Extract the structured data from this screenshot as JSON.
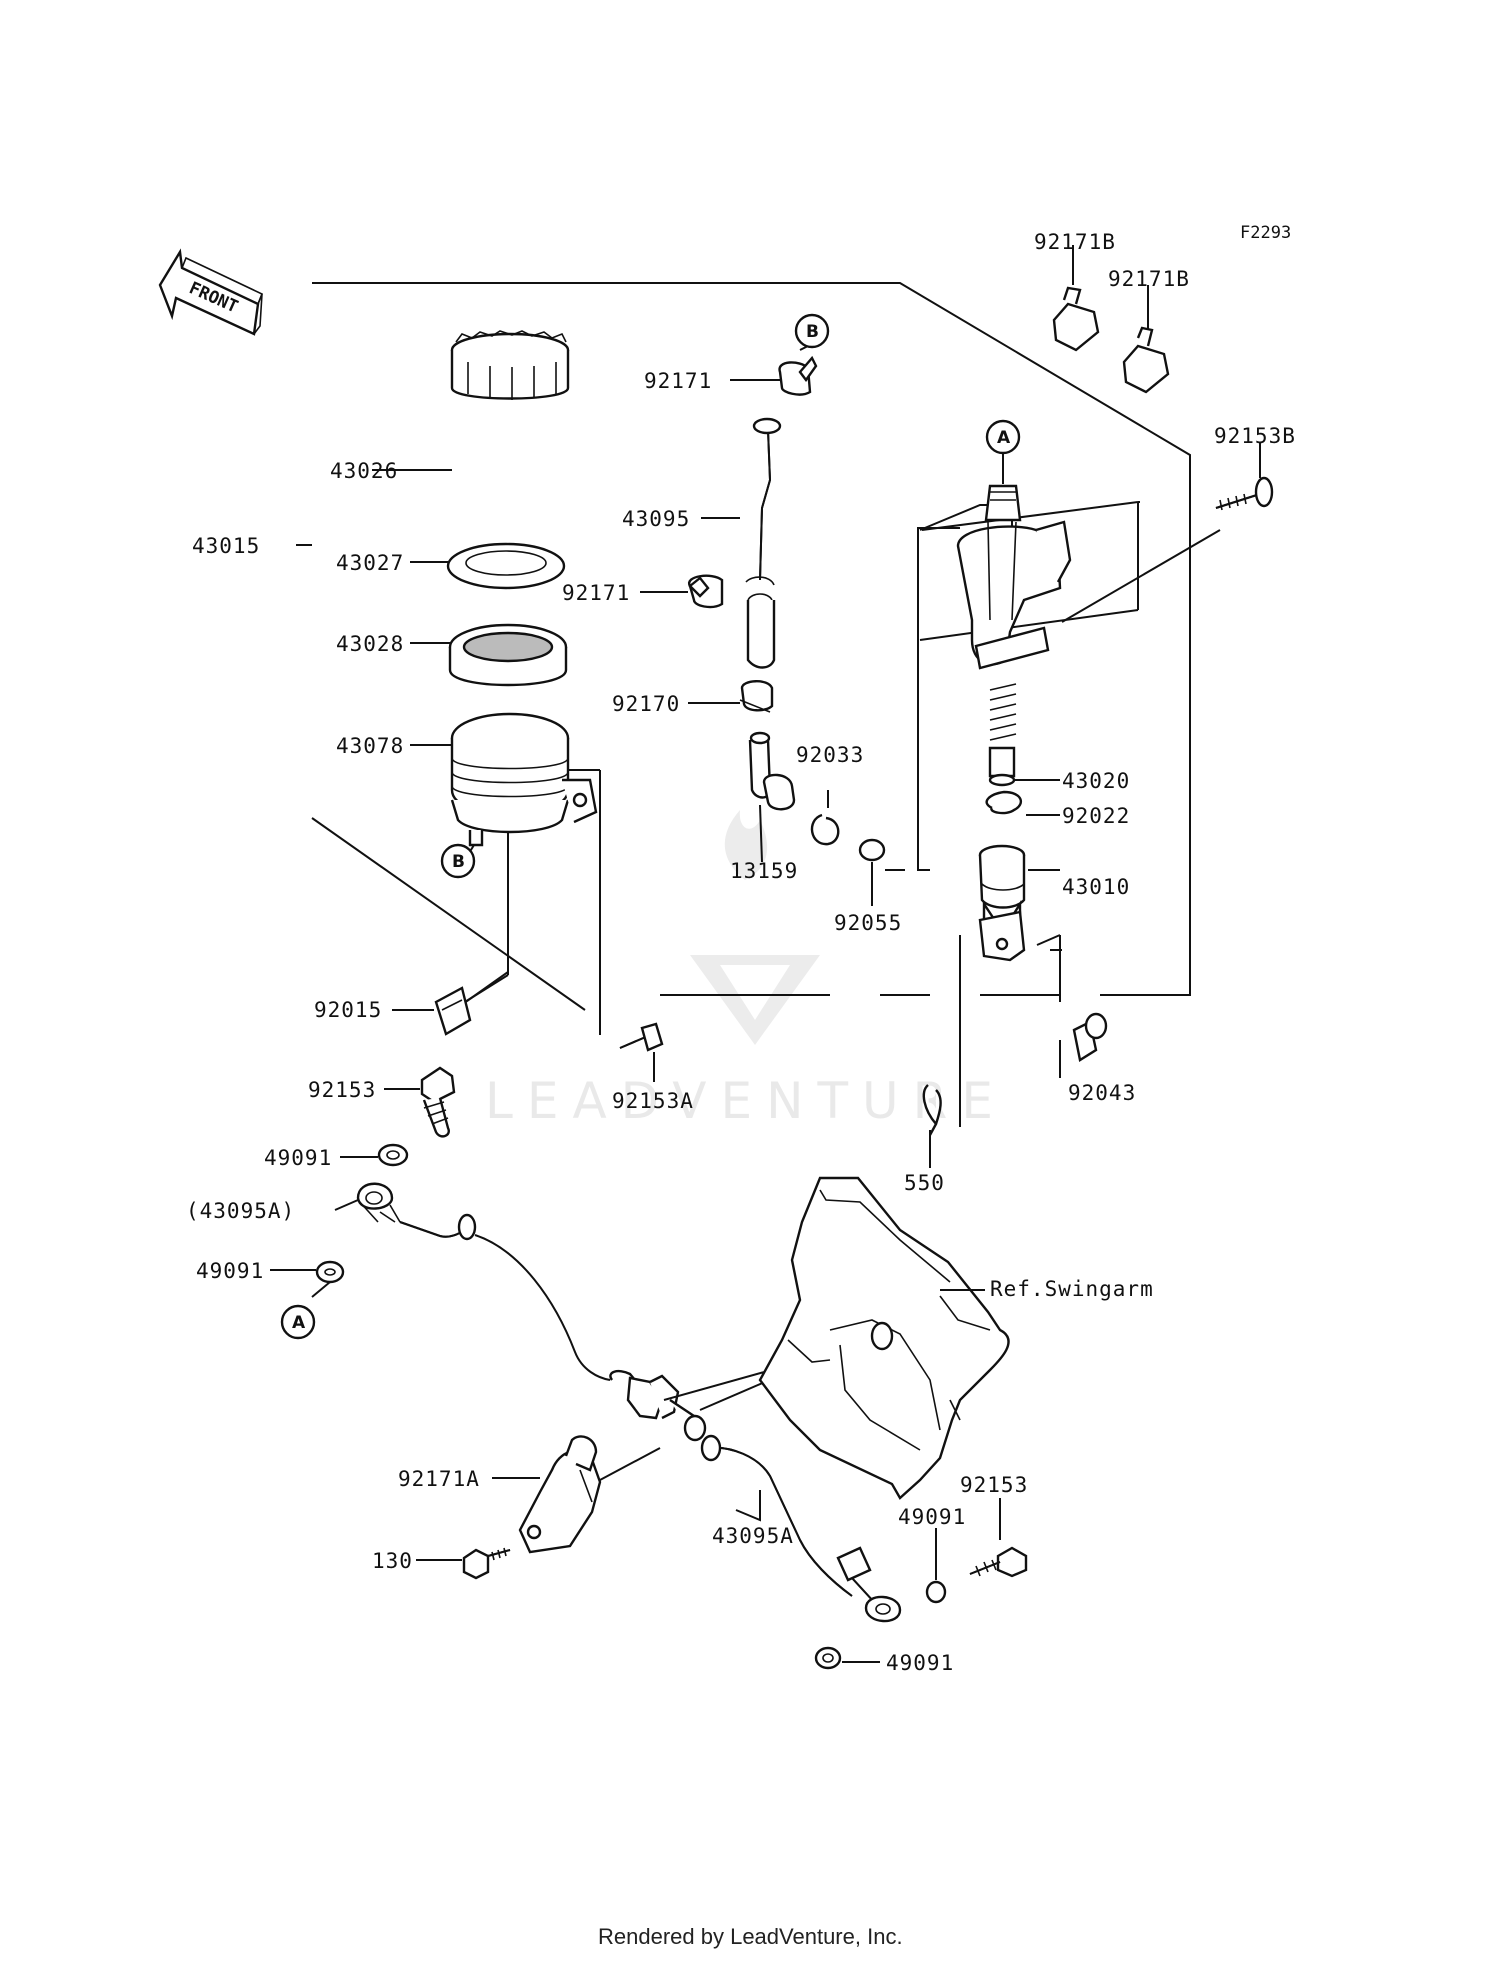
{
  "figure_code": "F2293",
  "orientation_label": "FRONT",
  "watermark": "LEADVENTURE",
  "footer": "Rendered by LeadVenture, Inc.",
  "reference_note": "Ref.Swingarm",
  "callouts": {
    "a": "A",
    "b": "B"
  },
  "labels": {
    "p92171B_1": "92171B",
    "p92171B_2": "92171B",
    "p92153B": "92153B",
    "p92171_top": "92171",
    "p43026": "43026",
    "p43095": "43095",
    "p43015": "43015",
    "p43027": "43027",
    "p92171_mid": "92171",
    "p43028": "43028",
    "p92170": "92170",
    "p43078": "43078",
    "p92033": "92033",
    "p43020": "43020",
    "p92022": "92022",
    "p13159": "13159",
    "p43010": "43010",
    "p92055": "92055",
    "p92015": "92015",
    "p92043": "92043",
    "p92153_left": "92153",
    "p92153A": "92153A",
    "p49091_1": "49091",
    "p43095A_paren": "(43095A)",
    "p550": "550",
    "p49091_2": "49091",
    "p92171A": "92171A",
    "p92153_right": "92153",
    "p43095A": "43095A",
    "p49091_3": "49091",
    "p130": "130",
    "p49091_4": "49091"
  }
}
